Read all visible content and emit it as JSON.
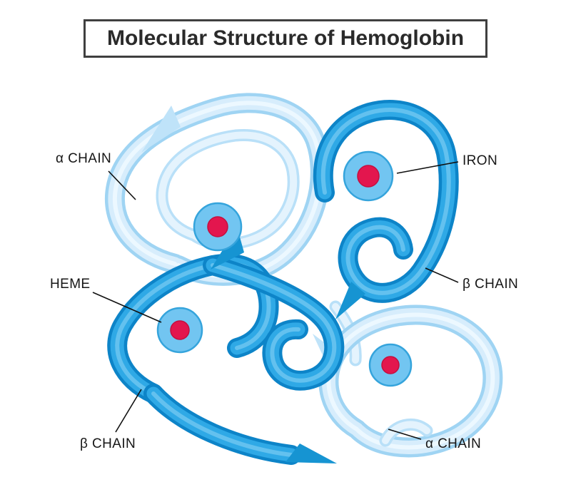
{
  "title": "Molecular Structure of Hemoglobin",
  "labels": [
    {
      "id": "alpha-chain-top",
      "text": "α CHAIN"
    },
    {
      "id": "iron",
      "text": "IRON"
    },
    {
      "id": "beta-chain-right",
      "text": "β CHAIN"
    },
    {
      "id": "heme",
      "text": "HEME"
    },
    {
      "id": "beta-chain-bottom",
      "text": "β CHAIN"
    },
    {
      "id": "alpha-chain-bottom",
      "text": "α CHAIN"
    }
  ],
  "colors": {
    "alpha_chain": "#d7edfc",
    "beta_chain": "#2fa9e6",
    "heme_circle": "#72c5f1",
    "iron_core": "#e3164e"
  }
}
